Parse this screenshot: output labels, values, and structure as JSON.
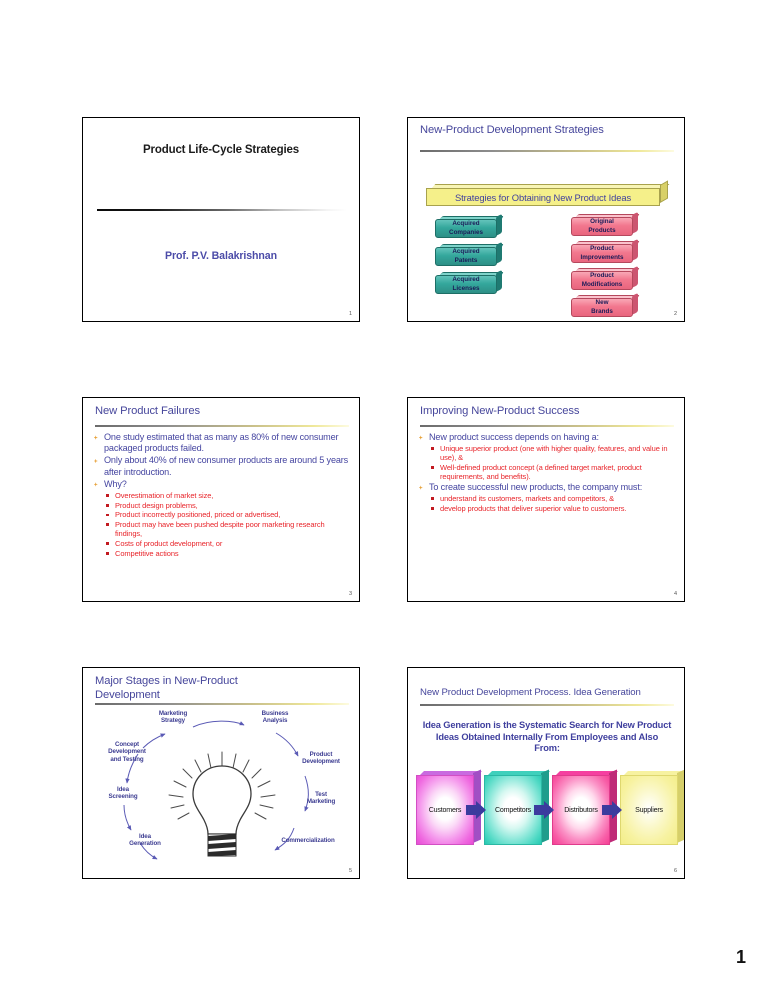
{
  "document": {
    "page_number": "1"
  },
  "slides": [
    {
      "number": "1",
      "title": "Product Life-Cycle Strategies",
      "subtitle": "Prof. P.V. Balakrishnan"
    },
    {
      "number": "2",
      "title": "New-Product Development Strategies",
      "banner": "Strategies for Obtaining New Product Ideas",
      "left_boxes": [
        {
          "line1": "Acquired",
          "line2": "Companies"
        },
        {
          "line1": "Acquired",
          "line2": "Patents"
        },
        {
          "line1": "Acquired",
          "line2": "Licenses"
        }
      ],
      "right_boxes": [
        {
          "line1": "Original",
          "line2": "Products"
        },
        {
          "line1": "Product",
          "line2": "Improvements"
        },
        {
          "line1": "Product",
          "line2": "Modifications"
        },
        {
          "line1": "New",
          "line2": "Brands"
        }
      ],
      "colors": {
        "banner": "#f5f08a",
        "left_box": "#34a79c",
        "right_box": "#f2778e"
      }
    },
    {
      "number": "3",
      "title": "New Product Failures",
      "bullets": [
        {
          "level": 1,
          "text": "One study estimated that as many as 80% of new consumer packaged products failed."
        },
        {
          "level": 1,
          "text": "Only about 40% of new consumer products are around 5 years after introduction."
        },
        {
          "level": 1,
          "text": "Why?"
        },
        {
          "level": 2,
          "text": "Overestimation of market size,"
        },
        {
          "level": 2,
          "text": "Product design problems,"
        },
        {
          "level": 2,
          "text": "Product incorrectly positioned, priced or advertised,"
        },
        {
          "level": 2,
          "text": "Product may have been pushed despite poor marketing research findings,"
        },
        {
          "level": 2,
          "text": "Costs of product development, or"
        },
        {
          "level": 2,
          "text": "Competitive actions"
        }
      ]
    },
    {
      "number": "4",
      "title": "Improving New-Product Success",
      "bullets": [
        {
          "level": 1,
          "text": "New product success depends on having a:"
        },
        {
          "level": 2,
          "text": "Unique superior product (one with higher quality, features, and value in use), &"
        },
        {
          "level": 2,
          "text": "Well-defined product concept (a defined target market, product requirements, and benefits)."
        },
        {
          "level": 1,
          "text": "To create successful new products, the company must:"
        },
        {
          "level": 2,
          "text": "understand its customers, markets and competitors, &"
        },
        {
          "level": 2,
          "text": "develop products that deliver superior value to customers."
        }
      ]
    },
    {
      "number": "5",
      "title": "Major Stages in New-Product Development",
      "stages": [
        {
          "line1": "Marketing",
          "line2": "Strategy"
        },
        {
          "line1": "Business",
          "line2": "Analysis"
        },
        {
          "line1": "Concept",
          "line2": "Development",
          "line3": "and Testing"
        },
        {
          "line1": "Product",
          "line2": "Development"
        },
        {
          "line1": "Idea",
          "line2": "Screening"
        },
        {
          "line1": "Test",
          "line2": "Marketing"
        },
        {
          "line1": "Idea",
          "line2": "Generation"
        },
        {
          "line1": "Commercialization"
        }
      ]
    },
    {
      "number": "6",
      "title": "New Product Development Process.  Idea Generation",
      "lead": "Idea Generation is the Systematic Search for New Product Ideas Obtained Internally From Employees and Also From:",
      "chain": [
        {
          "label": "Customers",
          "color": "#f07ae0"
        },
        {
          "label": "Competitors",
          "color": "#3fd0bc"
        },
        {
          "label": "Distributors",
          "color": "#f53fa0"
        },
        {
          "label": "Suppliers",
          "color": "#f5f08a"
        }
      ],
      "arrow_color": "#3b3b9e"
    }
  ]
}
